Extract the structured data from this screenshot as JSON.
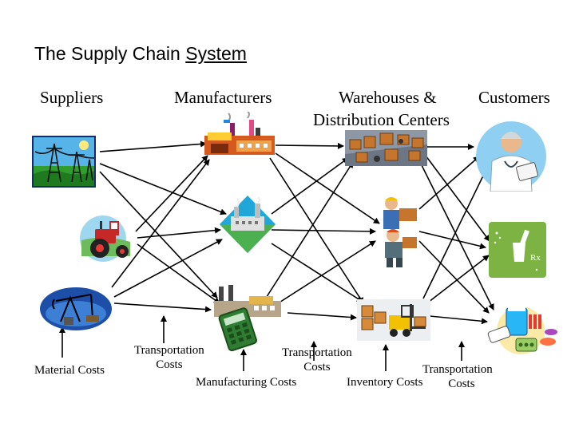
{
  "title": {
    "prefix": "The Supply Chain ",
    "underlined": "System"
  },
  "columns": {
    "suppliers": "Suppliers",
    "manufacturers": "Manufacturers",
    "warehouses_line1": "Warehouses &",
    "warehouses_line2": "Distribution Centers",
    "customers": "Customers"
  },
  "costs": {
    "material": "Material Costs",
    "transport1_line1": "Transportation",
    "transport1_line2": "Costs",
    "manufacturing": "Manufacturing Costs",
    "transport2_line1": "Transportation",
    "transport2_line2": "Costs",
    "inventory": "Inventory Costs",
    "transport3_line1": "Transportation",
    "transport3_line2": "Costs"
  },
  "rx_label": "Rx"
}
